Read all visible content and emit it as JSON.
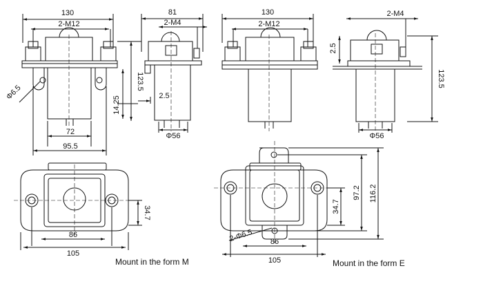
{
  "views": {
    "front_m": {
      "overall_width": "130",
      "terminal_thread": "2-M12",
      "height": "123.5",
      "mount_hole": "Φ6.5",
      "coil_offset": "14.25",
      "body_width": "72",
      "hole_span": "95.5"
    },
    "side": {
      "overall_width": "81",
      "aux_thread": "2-M4",
      "plate_thickness": "2.5",
      "body_diameter": "Φ56"
    },
    "front_e": {
      "overall_width": "130",
      "terminal_thread": "2-M12"
    },
    "side_e": {
      "aux_thread": "2-M4",
      "plate_thickness": "2.5",
      "height": "123.5",
      "body_diameter": "Φ56"
    },
    "top_m": {
      "hole_span": "86",
      "base_width": "105",
      "half_depth": "34.7",
      "caption": "Mount in the form M"
    },
    "top_e": {
      "mount_holes": "2-Φ6.5",
      "hole_span": "86",
      "base_width": "105",
      "half_depth": "34.7",
      "hole_pitch": "97.2",
      "overall_length": "116.2",
      "caption": "Mount in the form E"
    }
  },
  "colors": {
    "line": "#111111",
    "background": "#ffffff"
  }
}
